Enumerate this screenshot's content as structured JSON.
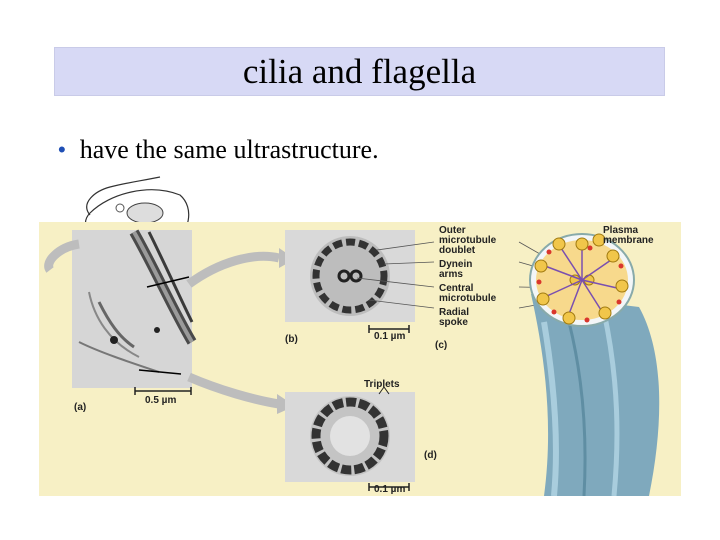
{
  "slide": {
    "title": "cilia and flagella",
    "bullet": "have the same ultrastructure."
  },
  "figure": {
    "labels": {
      "outer_doublet": [
        "Outer",
        "microtubule",
        "doublet"
      ],
      "dynein_arms": [
        "Dynein",
        "arms"
      ],
      "central_microtubule": [
        "Central",
        "microtubule"
      ],
      "radial_spoke": [
        "Radial",
        "spoke"
      ],
      "plasma_membrane": [
        "Plasma",
        "membrane"
      ],
      "triplets": "Triplets"
    },
    "panels": {
      "a": "(a)",
      "b": "(b)",
      "c": "(c)",
      "d": "(d)"
    },
    "scales": {
      "a": "0.5 µm",
      "b": "0.1 µm",
      "d": "0.1 µm"
    }
  },
  "colors": {
    "title_bg": "#d7d9f5",
    "figure_bg": "#f7f0c5",
    "bullet": "#1f4fb5"
  }
}
